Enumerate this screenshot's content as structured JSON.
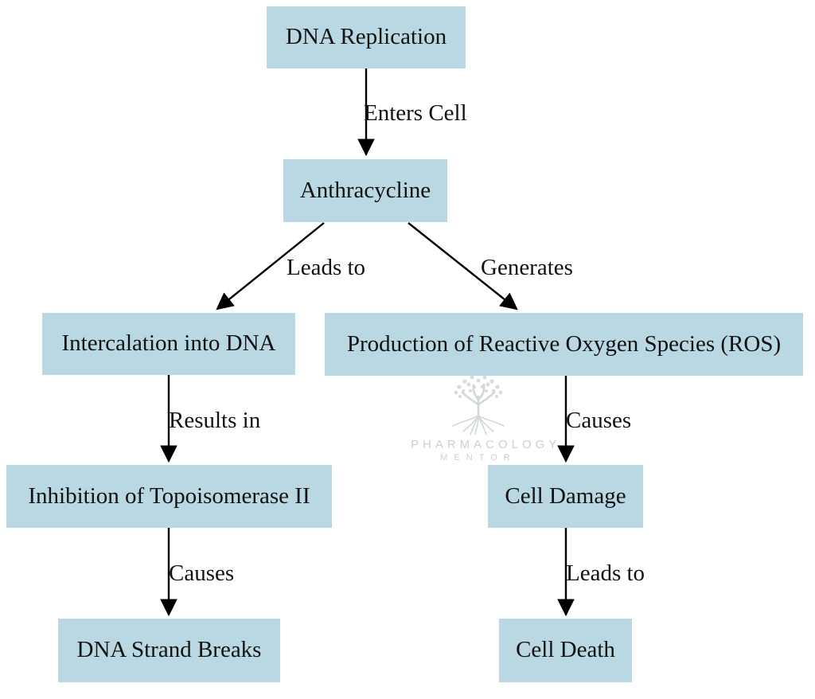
{
  "title": "Anthracycline mechanism of action flowchart",
  "colors": {
    "node_fill": "#b9d8e4",
    "node_text": "#121212",
    "arrow": "#000000",
    "watermark_text": "#c9d1d1",
    "background": "#ffffff"
  },
  "diagram": {
    "nodes": [
      {
        "id": "dna-replication",
        "label": "DNA Replication"
      },
      {
        "id": "anthracycline",
        "label": "Anthracycline"
      },
      {
        "id": "intercalation-into-dna",
        "label": "Intercalation into DNA"
      },
      {
        "id": "production-of-ros",
        "label": "Production of Reactive Oxygen Species (ROS)"
      },
      {
        "id": "inhibition-of-topoisomerase-ii",
        "label": "Inhibition of Topoisomerase II"
      },
      {
        "id": "cell-damage",
        "label": "Cell Damage"
      },
      {
        "id": "dna-strand-breaks",
        "label": "DNA Strand Breaks"
      },
      {
        "id": "cell-death",
        "label": "Cell Death"
      }
    ],
    "edges": [
      {
        "from": "dna-replication",
        "to": "anthracycline",
        "label": "Enters Cell"
      },
      {
        "from": "anthracycline",
        "to": "intercalation-into-dna",
        "label": "Leads to"
      },
      {
        "from": "anthracycline",
        "to": "production-of-ros",
        "label": "Generates"
      },
      {
        "from": "intercalation-into-dna",
        "to": "inhibition-of-topoisomerase-ii",
        "label": "Results in"
      },
      {
        "from": "production-of-ros",
        "to": "cell-damage",
        "label": "Causes"
      },
      {
        "from": "inhibition-of-topoisomerase-ii",
        "to": "dna-strand-breaks",
        "label": "Causes"
      },
      {
        "from": "cell-damage",
        "to": "cell-death",
        "label": "Leads to"
      }
    ]
  },
  "watermark": {
    "line1": "PHARMACOLOGY",
    "line2": "MENTOR"
  }
}
